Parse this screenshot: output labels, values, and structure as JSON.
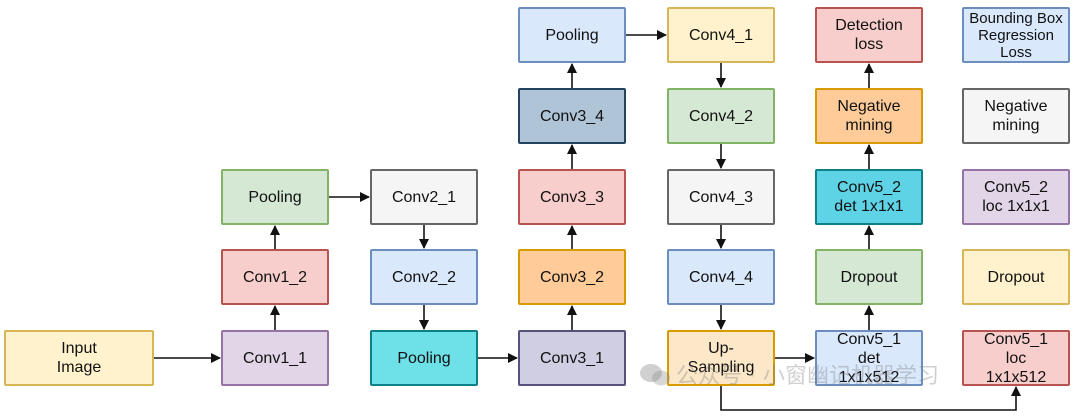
{
  "nodes": {
    "input_image": {
      "label": "Input\nImage",
      "fill": "#fff2cc",
      "stroke": "#d6b656"
    },
    "conv1_1": {
      "label": "Conv1_1",
      "fill": "#e1d5e7",
      "stroke": "#9673a6"
    },
    "conv1_2": {
      "label": "Conv1_2",
      "fill": "#f8cecc",
      "stroke": "#b85450"
    },
    "pooling1": {
      "label": "Pooling",
      "fill": "#d5e8d4",
      "stroke": "#82b366"
    },
    "conv2_1": {
      "label": "Conv2_1",
      "fill": "#f5f5f5",
      "stroke": "#666666"
    },
    "conv2_2": {
      "label": "Conv2_2",
      "fill": "#dae8fc",
      "stroke": "#6c8ebf"
    },
    "pooling2": {
      "label": "Pooling",
      "fill": "#6ee0e8",
      "stroke": "#0e8088"
    },
    "conv3_1": {
      "label": "Conv3_1",
      "fill": "#d0cee2",
      "stroke": "#56517e"
    },
    "conv3_2": {
      "label": "Conv3_2",
      "fill": "#ffcc99",
      "stroke": "#d79b00"
    },
    "conv3_3": {
      "label": "Conv3_3",
      "fill": "#f8cecc",
      "stroke": "#b85450"
    },
    "conv3_4": {
      "label": "Conv3_4",
      "fill": "#b0c4d8",
      "stroke": "#23445d"
    },
    "pooling3": {
      "label": "Pooling",
      "fill": "#dae8fc",
      "stroke": "#6c8ebf"
    },
    "conv4_1": {
      "label": "Conv4_1",
      "fill": "#fff2cc",
      "stroke": "#d6b656"
    },
    "conv4_2": {
      "label": "Conv4_2",
      "fill": "#d5e8d4",
      "stroke": "#82b366"
    },
    "conv4_3": {
      "label": "Conv4_3",
      "fill": "#f5f5f5",
      "stroke": "#666666"
    },
    "conv4_4": {
      "label": "Conv4_4",
      "fill": "#dae8fc",
      "stroke": "#6c8ebf"
    },
    "upsampling": {
      "label": "Up-\nSampling",
      "fill": "#fce8c8",
      "stroke": "#d79b00"
    },
    "conv5_1_det": {
      "label": "Conv5_1\ndet\n1x1x512",
      "fill": "#dae8fc",
      "stroke": "#6c8ebf"
    },
    "dropout_det": {
      "label": "Dropout",
      "fill": "#d5e8d4",
      "stroke": "#82b366"
    },
    "conv5_2_det": {
      "label": "Conv5_2\ndet 1x1x1",
      "fill": "#5fd3e6",
      "stroke": "#0e8088"
    },
    "negative_mining_det": {
      "label": "Negative\nmining",
      "fill": "#ffcc99",
      "stroke": "#d79b00"
    },
    "detection_loss": {
      "label": "Detection\nloss",
      "fill": "#f8cecc",
      "stroke": "#b85450"
    },
    "conv5_1_loc": {
      "label": "Conv5_1\nloc\n1x1x512",
      "fill": "#f8cecc",
      "stroke": "#b85450"
    },
    "dropout_loc": {
      "label": "Dropout",
      "fill": "#fff2cc",
      "stroke": "#d6b656"
    },
    "conv5_2_loc": {
      "label": "Conv5_2\nloc 1x1x1",
      "fill": "#e1d5e7",
      "stroke": "#9673a6"
    },
    "negative_mining_loc": {
      "label": "Negative\nmining",
      "fill": "#f5f5f5",
      "stroke": "#666666"
    },
    "bbox_regression_loss": {
      "label": "Bounding Box\nRegression\nLoss",
      "fill": "#dae8fc",
      "stroke": "#6c8ebf"
    }
  },
  "edges": [
    [
      "input_image",
      "conv1_1"
    ],
    [
      "conv1_1",
      "conv1_2"
    ],
    [
      "conv1_2",
      "pooling1"
    ],
    [
      "pooling1",
      "conv2_1"
    ],
    [
      "conv2_1",
      "conv2_2"
    ],
    [
      "conv2_2",
      "pooling2"
    ],
    [
      "pooling2",
      "conv3_1"
    ],
    [
      "conv3_1",
      "conv3_2"
    ],
    [
      "conv3_2",
      "conv3_3"
    ],
    [
      "conv3_3",
      "conv3_4"
    ],
    [
      "conv3_4",
      "pooling3"
    ],
    [
      "pooling3",
      "conv4_1"
    ],
    [
      "conv4_1",
      "conv4_2"
    ],
    [
      "conv4_2",
      "conv4_3"
    ],
    [
      "conv4_3",
      "conv4_4"
    ],
    [
      "conv4_4",
      "upsampling"
    ],
    [
      "upsampling",
      "conv5_1_det"
    ],
    [
      "conv5_1_det",
      "dropout_det"
    ],
    [
      "dropout_det",
      "conv5_2_det"
    ],
    [
      "conv5_2_det",
      "negative_mining_det"
    ],
    [
      "negative_mining_det",
      "detection_loss"
    ],
    [
      "upsampling",
      "conv5_1_loc"
    ]
  ],
  "watermark": "公众号 · 小窗幽记机器学习"
}
